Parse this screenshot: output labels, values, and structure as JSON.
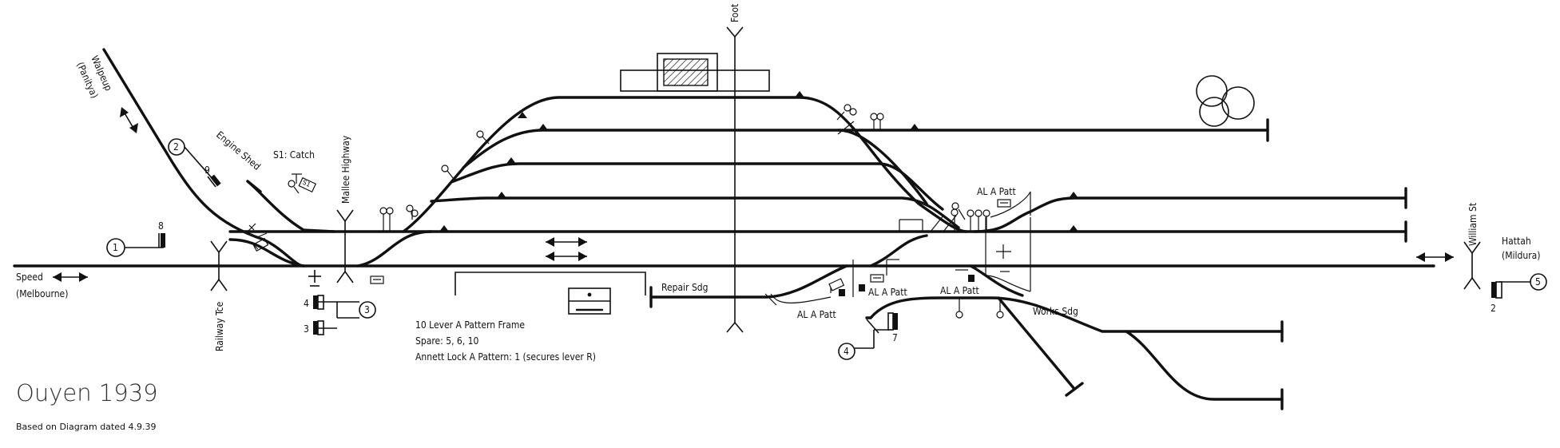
{
  "title": "Ouyen 1939",
  "subtitle": "Based on Diagram dated 4.9.39",
  "frame_notes": {
    "line1": "10 Lever A Pattern Frame",
    "line2": "Spare: 5, 6, 10",
    "line3": "Annett Lock A Pattern: 1 (secures lever R)"
  },
  "directions": {
    "left": "Speed",
    "left_sub": "(Melbourne)",
    "right": "Hattah",
    "right_sub": "(Mildura)",
    "top_left": "Walpeup",
    "top_left_sub": "(Panitya)"
  },
  "roads": {
    "railway_tce": "Railway Tce",
    "mallee_highway": "Mallee Highway",
    "foot": "Foot",
    "william_st": "William St"
  },
  "sidings": {
    "engine_shed": "Engine Shed",
    "catch": "S1: Catch",
    "catch_box": "S1",
    "repair": "Repair Sdg",
    "works": "Works Sdg"
  },
  "annett_locks": {
    "a1": "AL A Patt",
    "a2": "AL A Patt",
    "a3": "AL A Patt",
    "a4": "AL A Patt"
  },
  "signals": {
    "s1": "1",
    "s2": "2",
    "s3": "3",
    "s4": "4",
    "s5": "5",
    "s7": "7",
    "s8": "8",
    "s9": "9",
    "sig3_upper": "4",
    "sig3_lower": "3"
  }
}
